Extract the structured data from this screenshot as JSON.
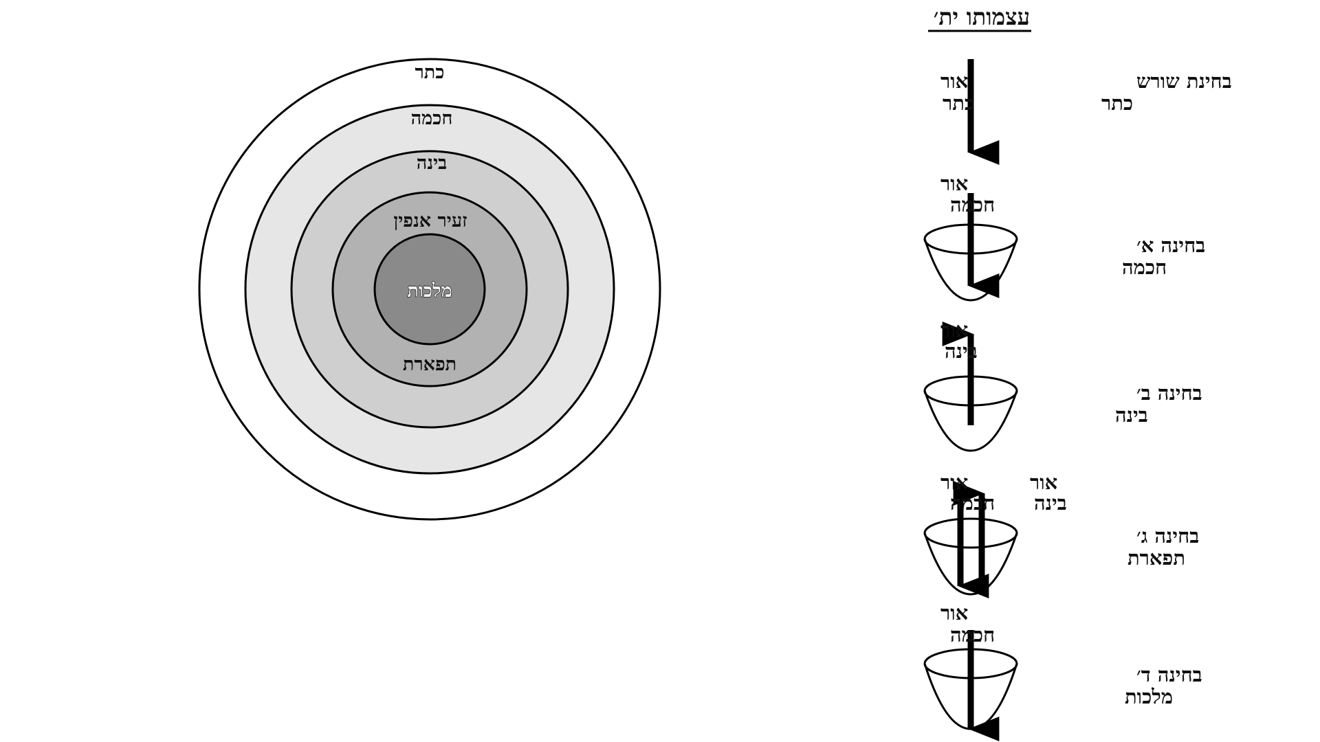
{
  "circles": {
    "rings": [
      {
        "label": "כתר",
        "fill": "#ffffff"
      },
      {
        "label": "חכמה",
        "fill": "#e6e6e6"
      },
      {
        "label": "בינה",
        "fill": "#cfcfcf"
      },
      {
        "label": "זעיר אנפין",
        "fill": "#b2b2b2"
      },
      {
        "label": "מלכות",
        "fill": "#8a8a8a"
      }
    ],
    "extra_label": "תפארת"
  },
  "levels": {
    "title": "עצמותו ית׳",
    "root": {
      "light": [
        "אור",
        "כתר"
      ],
      "stage": [
        "בחינת שורש",
        "כתר"
      ]
    },
    "stage1": {
      "light": [
        "אור",
        "חכמה"
      ],
      "stage": [
        "בחינה א׳",
        "חכמה"
      ]
    },
    "stage2": {
      "light": [
        "אור",
        "בינה"
      ],
      "stage": [
        "בחינה ב׳",
        "בינה"
      ]
    },
    "stage3": {
      "light_left": [
        "אור",
        "חכמה"
      ],
      "light_right": [
        "אור",
        "בינה"
      ],
      "stage": [
        "בחינה ג׳",
        "תפארת"
      ]
    },
    "stage4": {
      "light": [
        "אור",
        "חכמה"
      ],
      "stage": [
        "בחינה ד׳",
        "מלכות"
      ]
    }
  }
}
